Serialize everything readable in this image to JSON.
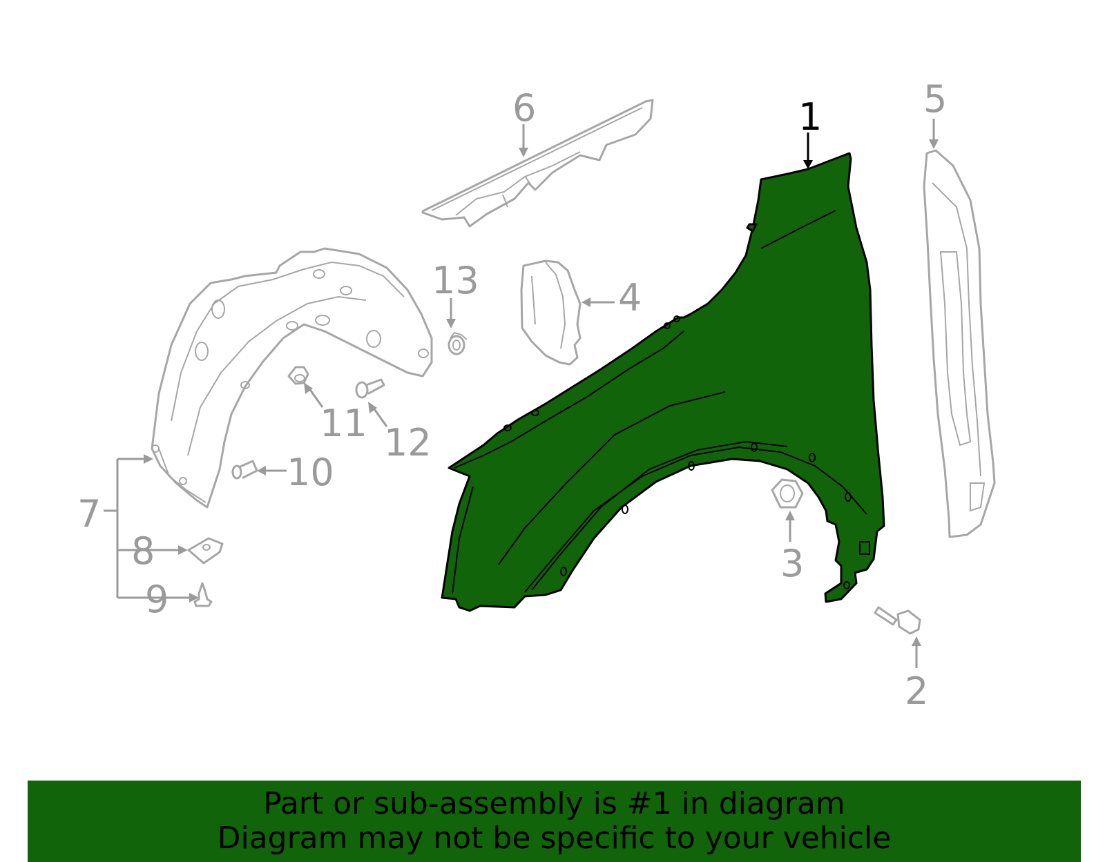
{
  "callouts": {
    "c1": "1",
    "c2": "2",
    "c3": "3",
    "c4": "4",
    "c5": "5",
    "c6": "6",
    "c7": "7",
    "c8": "8",
    "c9": "9",
    "c10": "10",
    "c11": "11",
    "c12": "12",
    "c13": "13"
  },
  "colors": {
    "highlight_part": "#12640b",
    "line_art": "#a6a6a6",
    "banner_bg": "#12640b"
  },
  "banner": {
    "line1": "Part or sub-assembly is #1 in diagram",
    "line2": "Diagram may not be specific to your vehicle"
  }
}
